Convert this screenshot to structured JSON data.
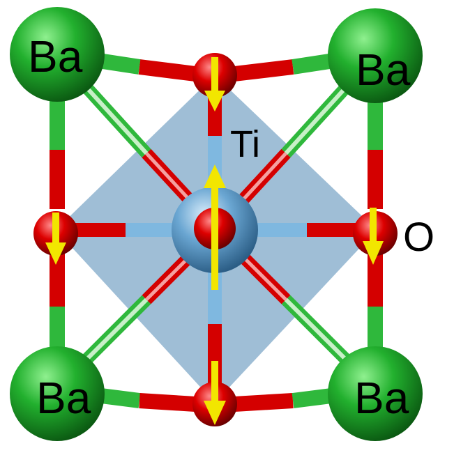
{
  "labels": {
    "ba_tl": "Ba",
    "ba_tr": "Ba",
    "ba_bl": "Ba",
    "ba_br": "Ba",
    "ti": "Ti",
    "o": "O"
  },
  "colors": {
    "barium": "#1e9e2a",
    "oxygen": "#cc0000",
    "titanium": "#6fa8d0",
    "octahedron": "#7fa8c8",
    "arrow": "#f2e600",
    "bond_green": "#2fb83c",
    "bond_red": "#d40000",
    "bond_blue": "#7fb8e0"
  }
}
